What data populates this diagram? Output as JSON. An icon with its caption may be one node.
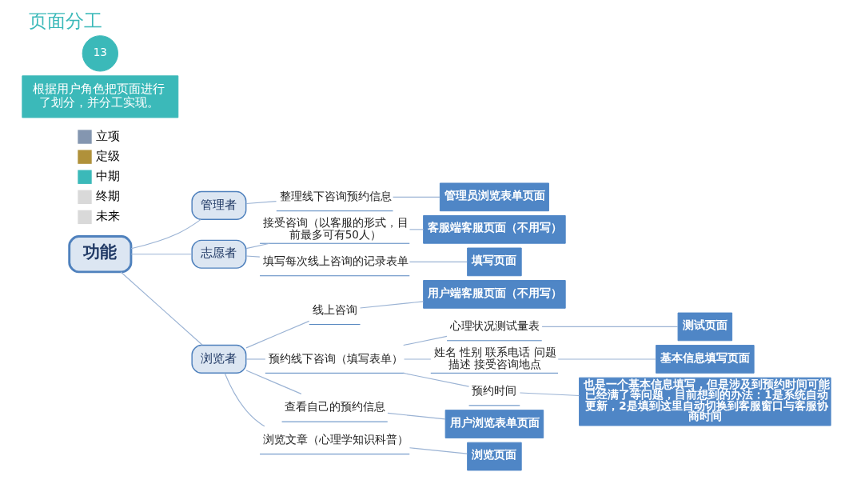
{
  "diagram": {
    "title": "页面分工",
    "nodes": [
      {
        "text": [
          "功能"
        ]
      },
      {
        "text": [
          "管理者"
        ]
      },
      {
        "text": [
          "志愿者"
        ]
      },
      {
        "text": [
          "浏览者"
        ]
      },
      {
        "text": [
          "整理线下咨询预约信息"
        ]
      },
      {
        "text": [
          "管理员浏览表单页面"
        ]
      },
      {
        "text": [
          "接受咨询（以客服的形式，目前最多可有50人）"
        ]
      },
      {
        "text": [
          "客服端客服页面（不用写）"
        ]
      },
      {
        "text": [
          "填写每次线上咨询的记录表单"
        ]
      },
      {
        "text": [
          "填写页面"
        ]
      },
      {
        "text": [
          "线上咨询"
        ]
      },
      {
        "text": [
          "用户端客服页面（不用写）"
        ]
      },
      {
        "text": [
          "预约线下咨询（填写表单）"
        ]
      },
      {
        "text": [
          "心理状况测试量表"
        ]
      },
      {
        "text": [
          "测试页面"
        ]
      },
      {
        "text": [
          "姓名 性别 联系电话 问题描述 接受咨询地点"
        ]
      },
      {
        "text": [
          "基本信息填写页面"
        ]
      },
      {
        "text": [
          "预约时间"
        ]
      },
      {
        "text": [
          "也是一个基本信息填写，但是涉及到预约时间可能已经满了等问题，目前想到的办法：1是系统自动更新，2是填到这里自动切换到客服窗口与客服协商时间"
        ]
      },
      {
        "text": [
          "查看自己的预约信息"
        ]
      },
      {
        "text": [
          "用户浏览表单页面"
        ]
      },
      {
        "text": [
          "浏览文章（心理学知识科普）"
        ]
      },
      {
        "text": [
          "浏览页面"
        ]
      }
    ],
    "edges": [
      {
        "from": 0,
        "to": 1,
        "arrow": "none"
      },
      {
        "from": 0,
        "to": 2,
        "arrow": "none"
      },
      {
        "from": 0,
        "to": 3,
        "arrow": "none"
      },
      {
        "from": 1,
        "to": 4,
        "arrow": "none"
      },
      {
        "from": 4,
        "to": 5,
        "arrow": "none"
      },
      {
        "from": 2,
        "to": 6,
        "arrow": "none"
      },
      {
        "from": 6,
        "to": 7,
        "arrow": "none"
      },
      {
        "from": 2,
        "to": 8,
        "arrow": "none"
      },
      {
        "from": 8,
        "to": 9,
        "arrow": "none"
      },
      {
        "from": 3,
        "to": 10,
        "arrow": "none"
      },
      {
        "from": 10,
        "to": 11,
        "arrow": "none"
      },
      {
        "from": 3,
        "to": 12,
        "arrow": "none"
      },
      {
        "from": 12,
        "to": 13,
        "arrow": "none"
      },
      {
        "from": 13,
        "to": 14,
        "arrow": "none"
      },
      {
        "from": 12,
        "to": 15,
        "arrow": "none"
      },
      {
        "from": 15,
        "to": 16,
        "arrow": "none"
      },
      {
        "from": 12,
        "to": 17,
        "arrow": "none"
      },
      {
        "from": 17,
        "to": 18,
        "arrow": "none"
      },
      {
        "from": 3,
        "to": 19,
        "arrow": "none"
      },
      {
        "from": 19,
        "to": 20,
        "arrow": "none"
      },
      {
        "from": 3,
        "to": 21,
        "arrow": "none"
      },
      {
        "from": 21,
        "to": 22,
        "arrow": "none"
      }
    ],
    "labels": [
      "根据用户角色把页面进行了划分，并分工实现。",
      "13"
    ],
    "legend": [
      {
        "text": "立项",
        "color": "#8496b0"
      },
      {
        "text": "定级",
        "color": "#b0913a"
      },
      {
        "text": "中期",
        "color": "#3bb9b9"
      },
      {
        "text": "终期",
        "color": "#d9d9d9"
      },
      {
        "text": "未来",
        "color": "#d9d9d9"
      }
    ]
  }
}
